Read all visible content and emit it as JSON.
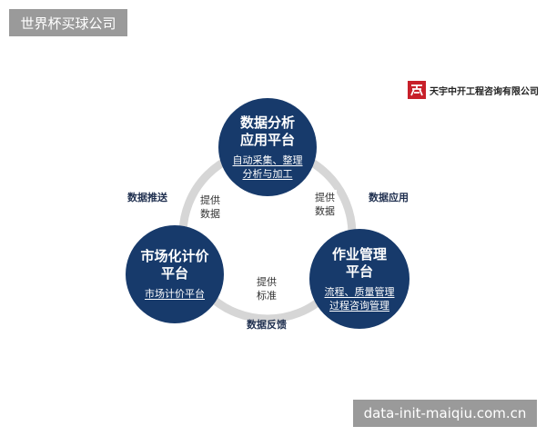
{
  "watermark_top_left": "世界杯买球公司",
  "watermark_bottom_right": "data-init-maiqiu.com.cn",
  "company": {
    "logo_icon": "company-logo-icon",
    "name": "天宇中开工程咨询有限公司"
  },
  "nodes": {
    "top": {
      "title_1": "数据分析",
      "title_2": "应用平台",
      "sub_1": "自动采集、整理",
      "sub_2": "分析与加工"
    },
    "left": {
      "title_1": "市场化计价",
      "title_2": "平台",
      "sub_1": "市场计价平台"
    },
    "right": {
      "title_1": "作业管理",
      "title_2": "平台",
      "sub_1": "流程、质量管理",
      "sub_2": "过程咨询管理"
    }
  },
  "edge_labels": {
    "left": {
      "line_1": "提供",
      "line_2": "数据"
    },
    "right": {
      "line_1": "提供",
      "line_2": "数据"
    },
    "bottom": {
      "line_1": "提供",
      "line_2": "标准"
    }
  },
  "flow_labels": {
    "left": "数据推送",
    "right": "数据应用",
    "bottom": "数据反馈"
  },
  "colors": {
    "node_fill": "#173a6b",
    "ring": "#d6d6d6",
    "logo_red": "#c8202a"
  }
}
